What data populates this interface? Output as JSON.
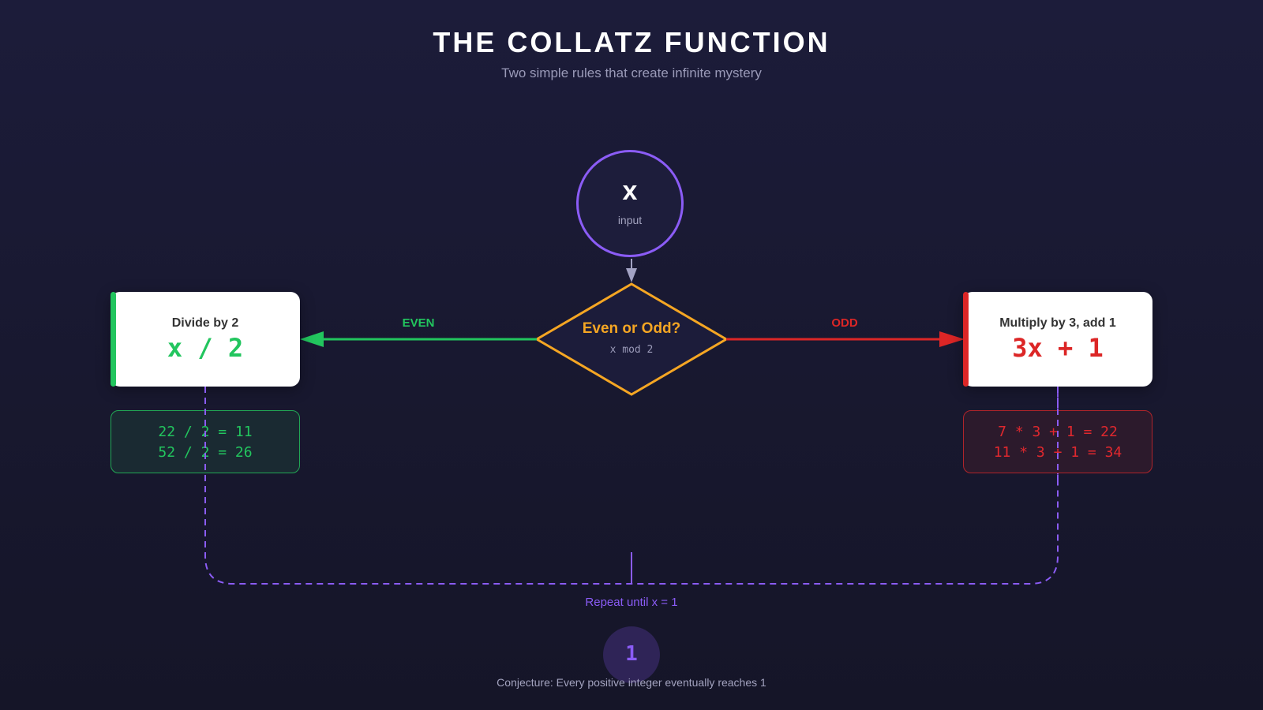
{
  "header": {
    "title": "THE COLLATZ FUNCTION",
    "subtitle": "Two simple rules that create infinite mystery"
  },
  "input_node": {
    "symbol": "x",
    "label": "input",
    "color": "#8b5cf6"
  },
  "decision": {
    "question": "Even or Odd?",
    "expression": "x mod 2",
    "color": "#f5a623"
  },
  "branches": {
    "even": {
      "label": "EVEN",
      "color": "#22c55e",
      "title": "Divide by 2",
      "formula": "x / 2",
      "examples": [
        "22 / 2 = 11",
        "52 / 2 = 26"
      ]
    },
    "odd": {
      "label": "ODD",
      "color": "#dc2626",
      "title": "Multiply by 3, add 1",
      "formula": "3x + 1",
      "examples": [
        "7 * 3 + 1 = 22",
        "11 * 3 + 1 = 34"
      ]
    }
  },
  "loop": {
    "label": "Repeat until x = 1",
    "color": "#8b5cf6"
  },
  "terminal": {
    "value": "1",
    "caption": "Conjecture: Every positive integer eventually reaches 1"
  }
}
